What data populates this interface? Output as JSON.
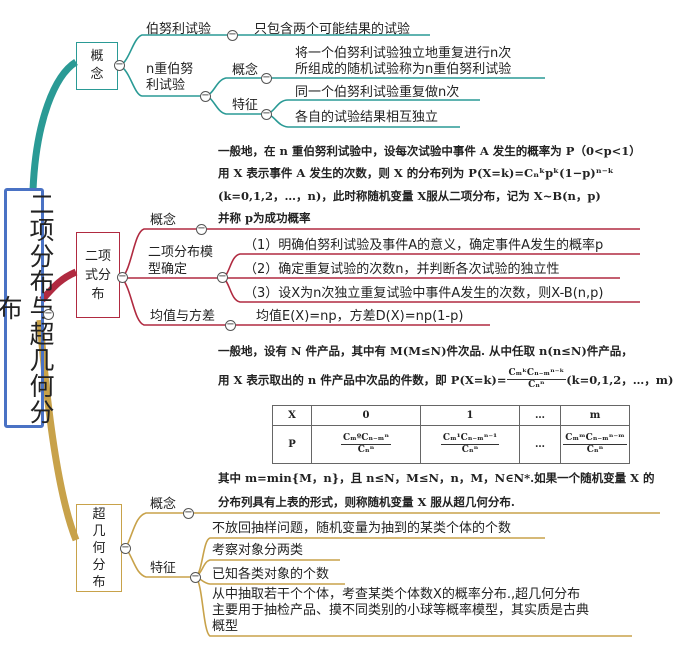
{
  "root": {
    "title": "二项分布与超几何分布"
  },
  "colors": {
    "teal": "#2a9a95",
    "crimson": "#b02a40",
    "gold": "#c8a24a",
    "root_border": "#4a72c4"
  },
  "concept": {
    "label": "概念",
    "bernoulli": {
      "label": "伯努利试验",
      "desc": "只包含两个可能结果的试验"
    },
    "nfold": {
      "label": "n重伯努利试验",
      "concept_label": "概念",
      "concept_desc_1": "将一个伯努利试验独立地重复进行n次",
      "concept_desc_2": "所组成的随机试验称为n重伯努利试验",
      "feature_label": "特征",
      "features": [
        "同一个伯努利试验重复做n次",
        "各自的试验结果相互独立"
      ]
    }
  },
  "binomial": {
    "label": "二项式分布",
    "concept_label": "概念",
    "concept_lines": [
      "一般地，在 n 重伯努利试验中，设每次试验中事件 A 发生的概率为 P（0<p<1）",
      "用 X 表示事件 A 发生的次数，则 X 的分布列为 P(X=k)=Cₙᵏpᵏ(1−p)ⁿ⁻ᵏ",
      "(k=0,1,2，…，n)，此时称随机变量 X服从二项分布，记为 X~B(n，p)",
      "并称 p为成功概率"
    ],
    "model_label": "二项分布模型确定",
    "model_steps": [
      "（1）明确伯努利试验及事件A的意义，确定事件A发生的概率p",
      "（2）确定重复试验的次数n，并判断各次试验的独立性",
      "（3）设X为n次独立重复试验中事件A发生的次数，则X-B(n,p)"
    ],
    "mean_label": "均值与方差",
    "mean_desc": "均值E(X)=np，方差D(X)=np(1-p)"
  },
  "hyper": {
    "intro_1": "一般地，设有 N 件产品，其中有 M(M≤N)件次品. 从中任取 n(n≤N)件产品，",
    "intro_2a": "用 X 表示取出的 n 件产品中次品的件数，即 P(X=k)=",
    "intro_2b": "(k=0,1,2，…，m)",
    "formula_num": "CₘᵏCₙ₋ₘⁿ⁻ᵏ",
    "formula_den": "Cₙⁿ",
    "table": {
      "row1": [
        "X",
        "0",
        "1",
        "…",
        "m"
      ],
      "row2_label": "P",
      "nums": [
        "CₘºCₙ₋ₘⁿ",
        "Cₘ¹Cₙ₋ₘⁿ⁻¹",
        "CₘᵐCₙ₋ₘⁿ⁻ᵐ"
      ],
      "den": "Cₙⁿ",
      "ellipsis": "…"
    },
    "outro_1": "其中 m=min{M，n}，且 n≤N，M≤N，n，M，N∈N*.如果一个随机变量 X 的",
    "outro_2": "分布列具有上表的形式，则称随机变量 X 服从超几何分布.",
    "label": "超几何分布",
    "concept_label": "概念",
    "feature_label": "特征",
    "features": [
      "不放回抽样问题，随机变量为抽到的某类个体的个数",
      "考察对象分两类",
      "已知各类对象的个数"
    ],
    "summary": [
      "从中抽取若干个个体，考查某类个体数X的概率分布.,超几何分布",
      "主要用于抽检产品、摸不同类别的小球等概率模型，其实质是古典",
      "概型"
    ]
  }
}
